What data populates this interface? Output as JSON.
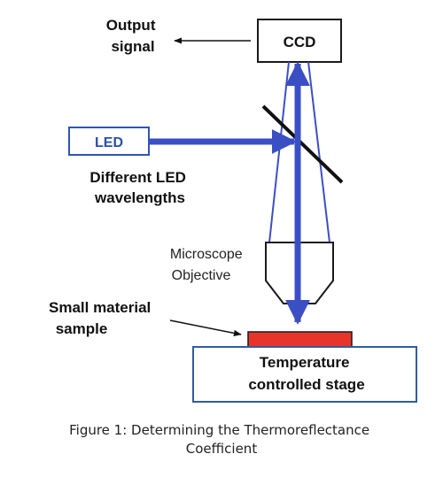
{
  "labels": {
    "output_signal_line1": "Output",
    "output_signal_line2": "signal",
    "ccd": "CCD",
    "led": "LED",
    "led_wavelengths_line1": "Different LED",
    "led_wavelengths_line2": "wavelengths",
    "objective_line1": "Microscope",
    "objective_line2": "Objective",
    "sample_line1": "Small material",
    "sample_line2": "sample",
    "stage_line1": "Temperature",
    "stage_line2": "controlled stage"
  },
  "caption": {
    "line1": "Figure 1: Determining the Thermoreflectance",
    "line2": "Coefficient"
  },
  "colors": {
    "beam": "#3b4fc4",
    "led_text": "#2a4fb0",
    "led_border": "#2f55b0",
    "stage_border": "#2f5d9e",
    "sample_fill": "#e8352a",
    "outline": "#1a1a1a"
  }
}
